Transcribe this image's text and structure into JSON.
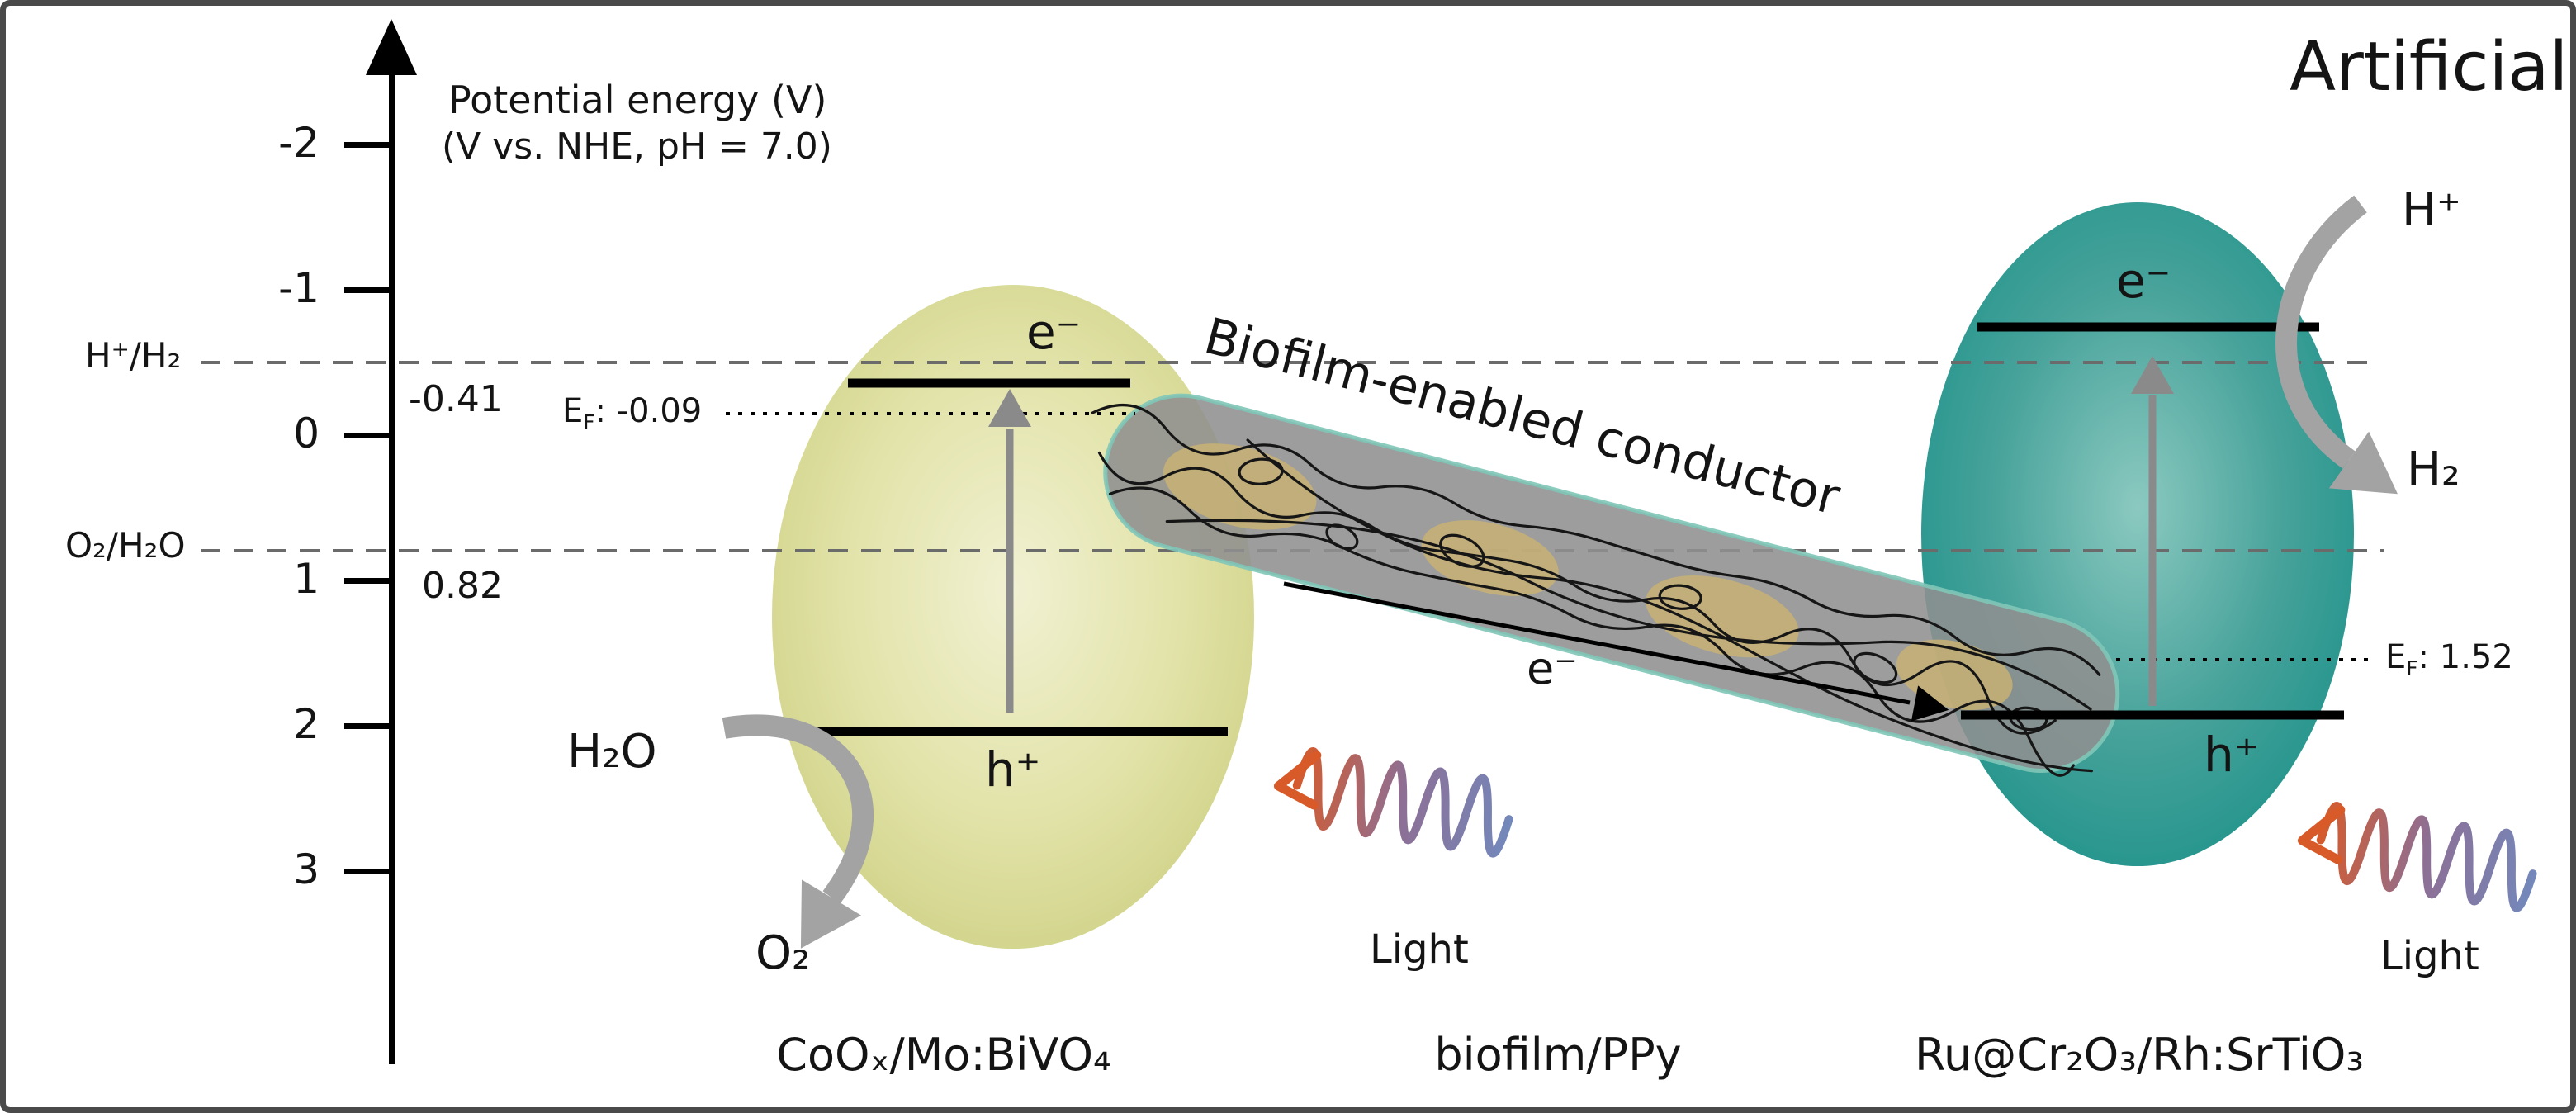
{
  "header": {
    "title": "Artificial"
  },
  "axis": {
    "title_line1": "Potential energy (V)",
    "title_line2": "(V vs. NHE, pH = 7.0)",
    "ticks": [
      "-2",
      "-1",
      "0",
      "1",
      "2",
      "3"
    ]
  },
  "redox_levels": {
    "hydrogen": {
      "label": "H⁺/H₂",
      "value": "-0.41"
    },
    "oxygen": {
      "label": "O₂/H₂O",
      "value": "0.82"
    }
  },
  "left_photocatalyst": {
    "name": "CoOₓ/Mo:BiVO₄",
    "electron": "e⁻",
    "hole": "h⁺",
    "fermi": {
      "base": "E",
      "sub": "F",
      "value": ": -0.09"
    },
    "reactant": "H₂O",
    "product": "O₂",
    "light": "Light"
  },
  "right_photocatalyst": {
    "name": "Ru@Cr₂O₃/Rh:SrTiO₃",
    "electron": "e⁻",
    "hole": "h⁺",
    "fermi": {
      "base": "E",
      "sub": "F",
      "value": ": 1.52"
    },
    "reactant": "H⁺",
    "product": "H₂",
    "light": "Light"
  },
  "conductor": {
    "title": "Biofilm-enabled conductor",
    "name": "biofilm/PPy",
    "electron_flow": "e⁻"
  },
  "colors": {
    "left_particle": "#dcdd9b",
    "right_particle": "#2f9a92",
    "tube": "#8f8f8f",
    "tube_outline": "#7fc7b8",
    "gray_arrow": "#a3a3a3",
    "light_start": "#d85a28",
    "light_end": "#7388bb",
    "border": "#4a4a4a"
  }
}
